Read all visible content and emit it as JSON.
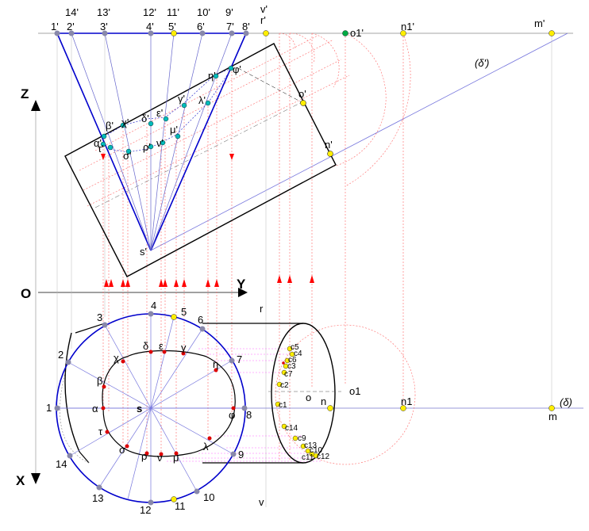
{
  "axes": {
    "z_label": "Z",
    "y_label": "Y",
    "x_label": "X",
    "origin_label": "O"
  },
  "top_labels": {
    "row1": [
      "14'",
      "13'",
      "12'",
      "11'",
      "10'",
      "9'"
    ],
    "row2": [
      "1'",
      "2'",
      "3'",
      "4'",
      "5'",
      "6'",
      "7'",
      "8'"
    ],
    "v_prime": "v'",
    "r_prime": "r'",
    "o1_prime": "o1'",
    "n1_prime": "n1'",
    "m_prime": "m'"
  },
  "front_view": {
    "greek": [
      "η'",
      "φ'",
      "λ'",
      "γ'",
      "ε'",
      "δ'",
      "χ'",
      "β'",
      "α'",
      "τ'",
      "σ'",
      "ρ'",
      "ν'",
      "μ'"
    ],
    "o_prime": "o'",
    "n_prime": "n'",
    "s_prime": "s'",
    "delta_prime": "(δ')"
  },
  "plan_view": {
    "circle_numbers": [
      "1",
      "2",
      "3",
      "4",
      "5",
      "6",
      "7",
      "8",
      "9",
      "10",
      "11",
      "12",
      "13",
      "14"
    ],
    "greek": [
      "δ",
      "ε",
      "γ",
      "χ",
      "η",
      "β",
      "α",
      "φ",
      "τ",
      "σ",
      "ρ",
      "ν",
      "μ",
      "λ"
    ],
    "s": "s",
    "r": "r",
    "v": "v",
    "o": "o",
    "o1": "o1",
    "n": "n",
    "n1": "n1",
    "m": "m",
    "delta": "(δ)",
    "curve_points": [
      "c5",
      "c4",
      "c6",
      "c3",
      "c7",
      "c2",
      "c1",
      "c14",
      "c9",
      "c13",
      "c10",
      "c11",
      "c12"
    ]
  },
  "colors": {
    "blue": "#0000cc",
    "red": "#ff0000",
    "yellow": "#ffee00",
    "green": "#00aa44"
  }
}
